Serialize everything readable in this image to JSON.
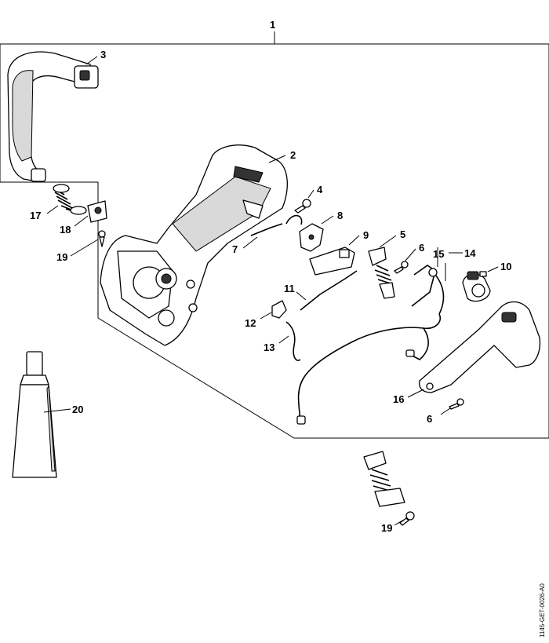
{
  "callouts": {
    "c1": "1",
    "c2": "2",
    "c3": "3",
    "c4": "4",
    "c5": "5",
    "c6a": "6",
    "c6b": "6",
    "c7": "7",
    "c8": "8",
    "c9": "9",
    "c10": "10",
    "c11": "11",
    "c12": "12",
    "c13": "13",
    "c14": "14",
    "c15": "15",
    "c16": "16",
    "c17": "17",
    "c18": "18",
    "c19a": "19",
    "c19b": "19",
    "c20": "20"
  },
  "drawing_code": "1145-GET-0026-A0"
}
